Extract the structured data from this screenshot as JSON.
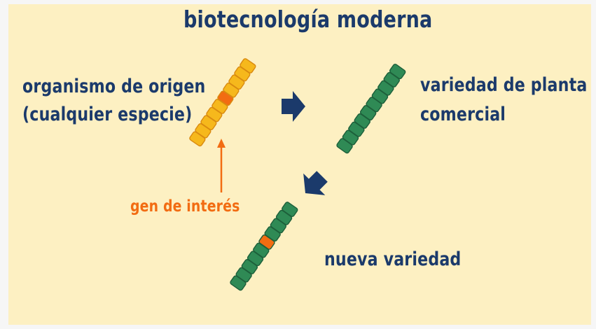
{
  "title": "biotecnología moderna",
  "labels": {
    "origin_line1": "organismo de origen",
    "origin_line2": "(cualquier especie)",
    "variety_line1": "variedad de planta",
    "variety_line2": "comercial",
    "gene": "gen de interés",
    "new_variety": "nueva variedad"
  },
  "colors": {
    "background": "#fdf0c2",
    "text": "#1b3a6b",
    "gene": "#f26c12",
    "origin_segment": "#f6b81c",
    "plant_segment": "#2f8a55",
    "arrow": "#1b3a6b"
  },
  "icons": [
    "arrow-right-icon",
    "arrow-down-left-icon",
    "pointer-arrow-icon"
  ]
}
